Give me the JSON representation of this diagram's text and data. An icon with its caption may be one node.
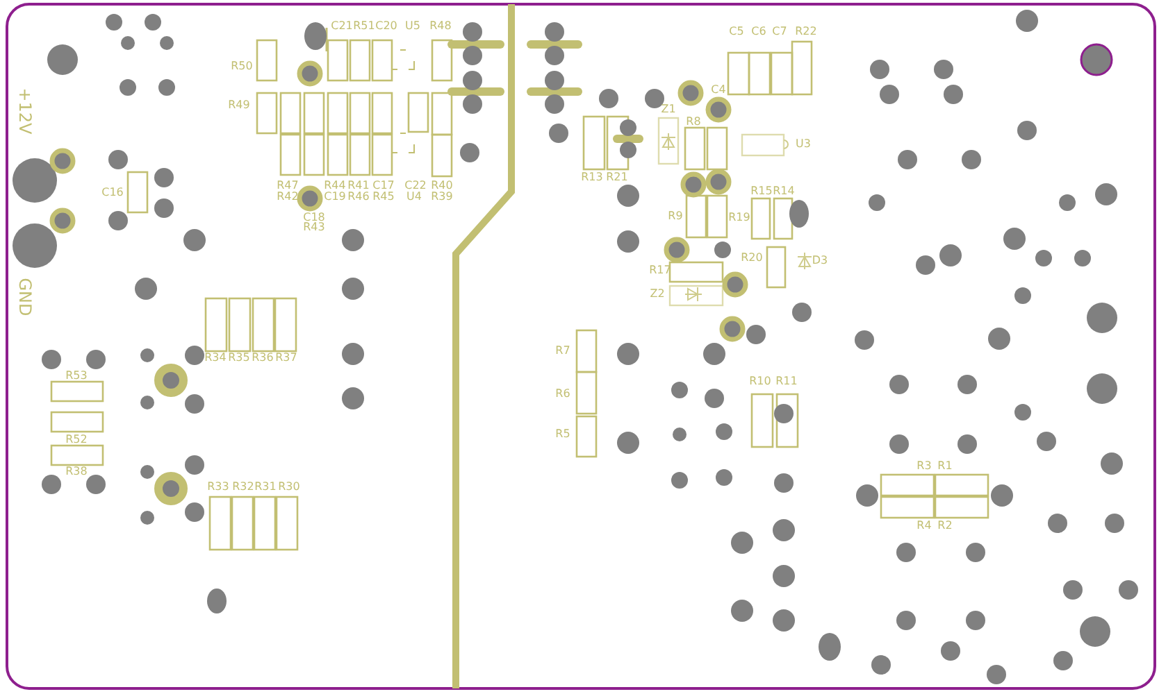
{
  "diagram": {
    "labels": [
      "C21",
      "R51",
      "C20",
      "U5",
      "R48",
      "C5",
      "C6",
      "C7",
      "R22",
      "R50",
      "R49",
      "+12V",
      "C4",
      "Z1",
      "R8",
      "U3",
      "C16",
      "R13",
      "R21",
      "R47",
      "R44",
      "R41",
      "C17",
      "C22",
      "R40",
      "R42",
      "C19",
      "R46",
      "R45",
      "U4",
      "R39",
      "R15",
      "R14",
      "C18",
      "R43",
      "R9",
      "R19",
      "R20",
      "D3",
      "R17",
      "Z2",
      "GND",
      "R34",
      "R35",
      "R36",
      "R37",
      "R7",
      "R53",
      "R10",
      "R11",
      "R6",
      "R5",
      "R52",
      "R3",
      "R1",
      "R38",
      "R33",
      "R32",
      "R31",
      "R30",
      "R4",
      "R2"
    ]
  }
}
